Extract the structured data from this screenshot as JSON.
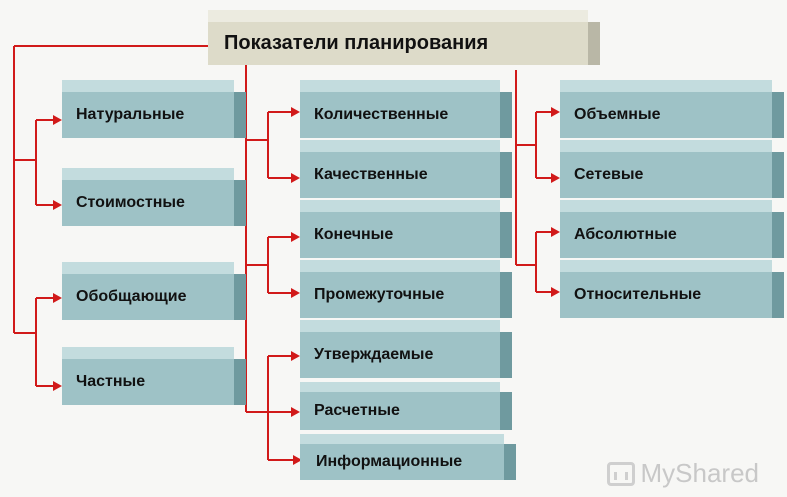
{
  "title": "Показатели планирования",
  "groups": {
    "left": [
      "Натуральные",
      "Стоимостные",
      "Обобщающие",
      "Частные"
    ],
    "middle": [
      "Количественные",
      "Качественные",
      "Конечные",
      "Промежуточные",
      "Утверждаемые",
      "Расчетные",
      "Информационные"
    ],
    "right": [
      "Объемные",
      "Сетевые",
      "Абсолютные",
      "Относительные"
    ]
  },
  "watermark": "MyShared",
  "colors": {
    "connector": "#d11a1a",
    "box": "#9ec2c6",
    "title_box": "#dddbc9"
  }
}
